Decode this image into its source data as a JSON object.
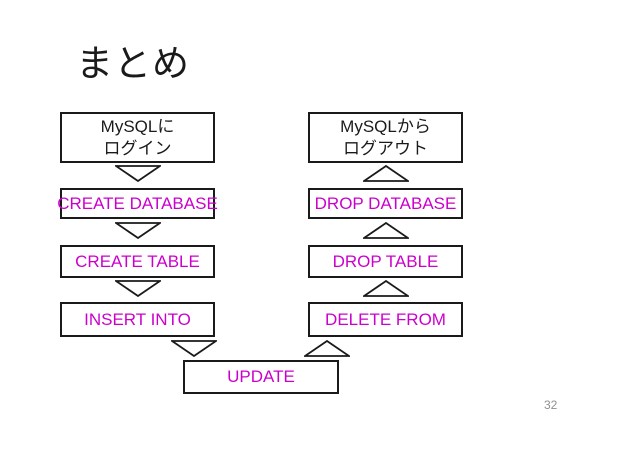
{
  "slide": {
    "title": "まとめ",
    "page_number": "32",
    "background": "#FFFFFF"
  },
  "colors": {
    "keyword": "#CC00CC",
    "text": "#1A1A1A",
    "border": "#1A1A1A",
    "page_number": "#909090"
  },
  "flowchart": {
    "left_column": [
      {
        "id": "mysql-login",
        "lines": [
          "MySQLに",
          "ログイン"
        ],
        "style": "plain"
      },
      {
        "id": "create-database",
        "lines": [
          "CREATE DATABASE"
        ],
        "style": "keyword"
      },
      {
        "id": "create-table",
        "lines": [
          "CREATE TABLE"
        ],
        "style": "keyword"
      },
      {
        "id": "insert-into",
        "lines": [
          "INSERT INTO"
        ],
        "style": "keyword"
      }
    ],
    "right_column": [
      {
        "id": "mysql-logout",
        "lines": [
          "MySQLから",
          "ログアウト"
        ],
        "style": "plain"
      },
      {
        "id": "drop-database",
        "lines": [
          "DROP DATABASE"
        ],
        "style": "keyword"
      },
      {
        "id": "drop-table",
        "lines": [
          "DROP TABLE"
        ],
        "style": "keyword"
      },
      {
        "id": "delete-from",
        "lines": [
          "DELETE FROM"
        ],
        "style": "keyword"
      }
    ],
    "center": {
      "id": "update",
      "lines": [
        "UPDATE"
      ],
      "style": "keyword"
    },
    "arrows": {
      "left_column_direction": "down",
      "right_column_direction": "up",
      "bottom_left_direction": "down",
      "bottom_right_direction": "up",
      "shape": "open-triangle-outline"
    }
  }
}
